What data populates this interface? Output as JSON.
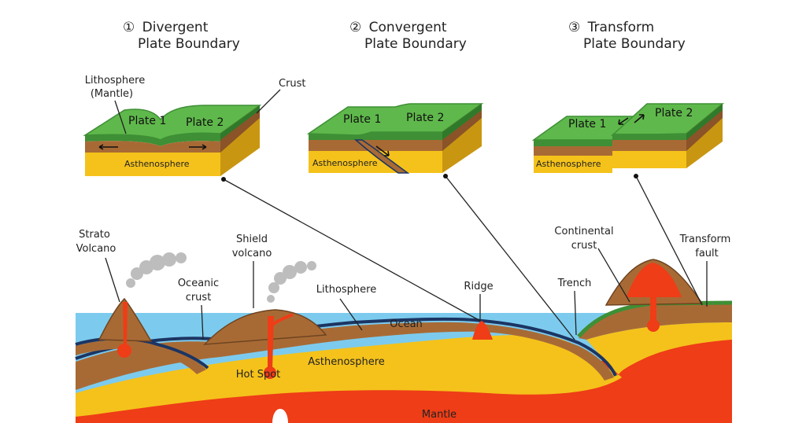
{
  "titles": {
    "divergent": {
      "num": "①",
      "line1": "Divergent",
      "line2": "Plate Boundary"
    },
    "convergent": {
      "num": "②",
      "line1": "Convergent",
      "line2": "Plate Boundary"
    },
    "transform": {
      "num": "③",
      "line1": "Transform",
      "line2": "Plate Boundary"
    }
  },
  "blocks": {
    "plate1": "Plate 1",
    "plate2": "Plate 2",
    "asthenosphere": "Asthenosphere",
    "lithosphere_mantle_1": "Lithosphere",
    "lithosphere_mantle_2": "(Mantle)",
    "crust": "Crust"
  },
  "labels": {
    "strato_1": "Strato",
    "strato_2": "Volcano",
    "oceanic_1": "Oceanic",
    "oceanic_2": "crust",
    "shield_1": "Shield",
    "shield_2": "volcano",
    "lithosphere": "Lithosphere",
    "ridge": "Ridge",
    "ocean": "Ocean",
    "trench": "Trench",
    "continental_1": "Continental",
    "continental_2": "crust",
    "transform_1": "Transform",
    "transform_2": "fault",
    "hot_spot": "Hot Spot",
    "asthenosphere": "Asthenosphere",
    "mantle": "Mantle"
  },
  "colors": {
    "green": "#5fb84b",
    "green_dark": "#3e8f35",
    "brown": "#a86a35",
    "brown_dark": "#6e4420",
    "yellow": "#f5c21b",
    "yellow_dark": "#c99612",
    "red": "#ee3d17",
    "ocean": "#7ccbee",
    "navy": "#1c3563"
  }
}
